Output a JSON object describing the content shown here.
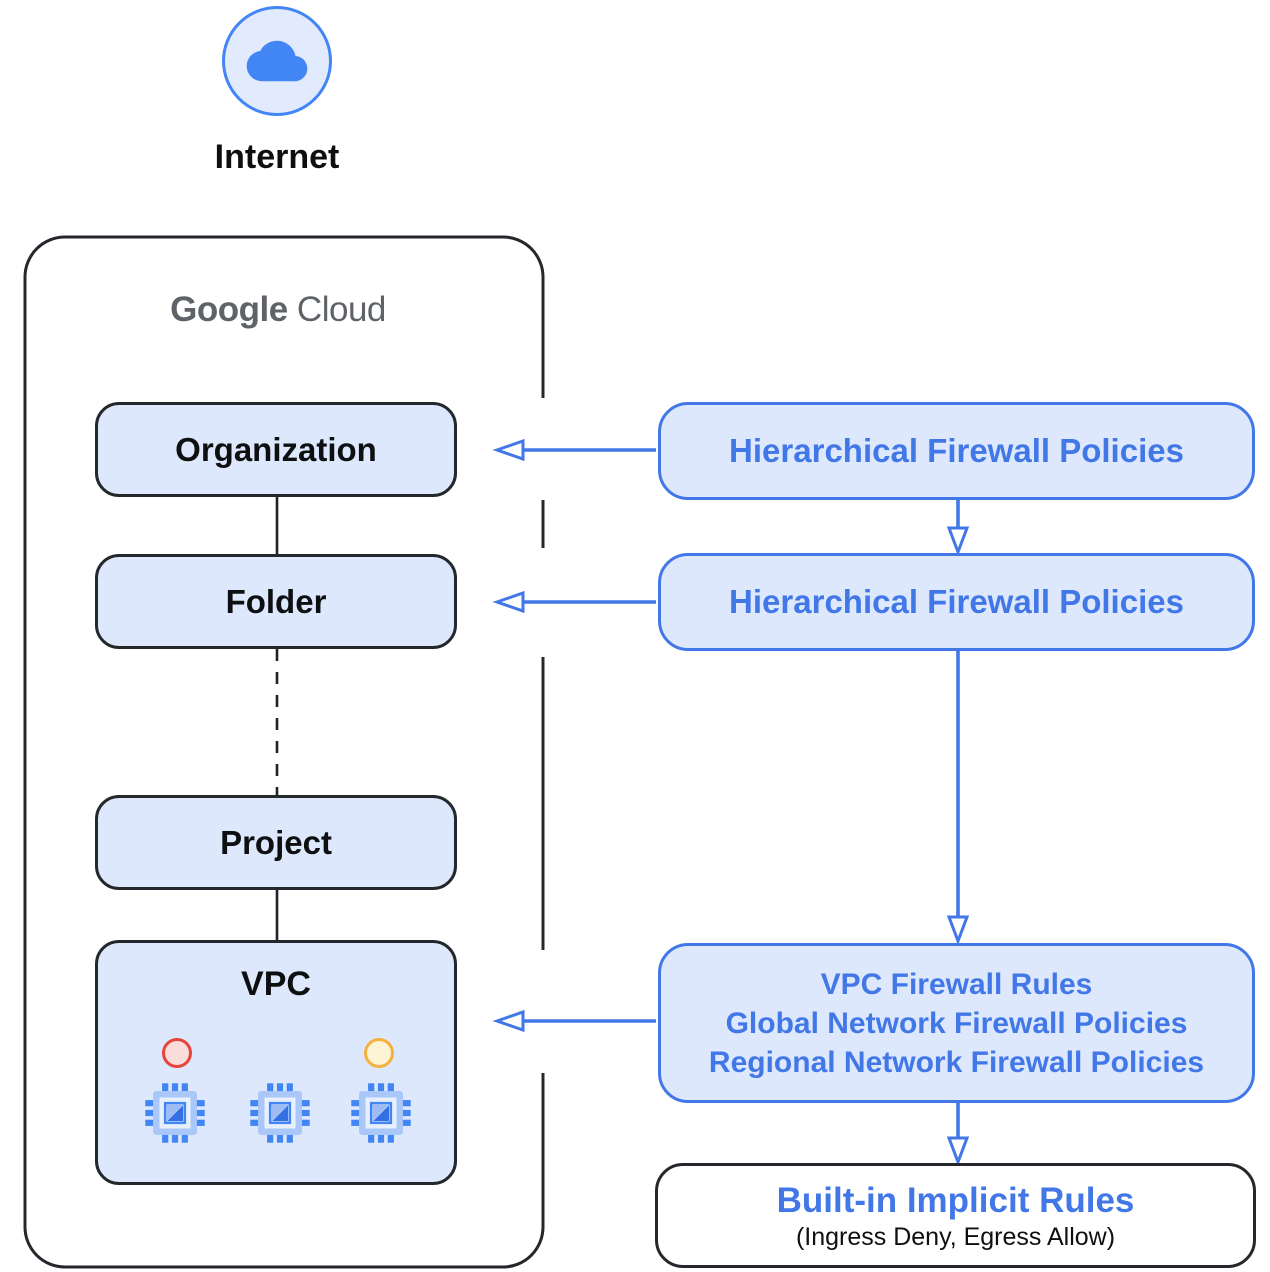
{
  "colors": {
    "accent_blue": "#4277E8",
    "icon_blue": "#4285F4",
    "light_blue_fill": "#DDE8FC",
    "dark_border": "#24282D",
    "logo_gray": "#5F6368",
    "red_marker": "#E5453C",
    "yellow_marker": "#F4B13E"
  },
  "icons": {
    "internet": "cloud-icon",
    "vm": "compute-engine-chip-icon"
  },
  "internet": {
    "label": "Internet"
  },
  "cloud_container": {
    "brand_primary": "Google",
    "brand_secondary": "Cloud"
  },
  "hierarchy": {
    "nodes": [
      {
        "id": "organization",
        "label": "Organization"
      },
      {
        "id": "folder",
        "label": "Folder"
      },
      {
        "id": "project",
        "label": "Project"
      },
      {
        "id": "vpc",
        "label": "VPC"
      }
    ]
  },
  "policies": [
    {
      "id": "hfp-organization",
      "lines": [
        "Hierarchical Firewall Policies"
      ]
    },
    {
      "id": "hfp-folder",
      "lines": [
        "Hierarchical Firewall Policies"
      ]
    },
    {
      "id": "vpc-level",
      "lines": [
        "VPC Firewall Rules",
        "Global Network Firewall Policies",
        "Regional Network Firewall Policies"
      ]
    }
  ],
  "implicit_rules": {
    "title": "Built-in Implicit Rules",
    "subtitle": "(Ingress Deny, Egress Allow)"
  }
}
